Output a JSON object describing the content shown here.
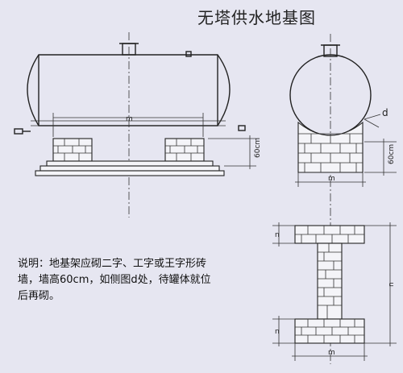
{
  "title": "无塔供水地基图",
  "note": {
    "line1": "说明：地基架应砌二字、工字或王字形砖",
    "line2": "墙，墙高60cm，如侧图d处，待罐体就位",
    "line3": "后再砌。"
  },
  "labels": {
    "height_side": "60cm",
    "height_end": "60cm",
    "d": "d",
    "m_small": "m",
    "n_side": "n",
    "n_top": "n",
    "n_bottom": "n",
    "m_width_end": "m",
    "m_width_plan": "m",
    "tank_mark": "m"
  }
}
